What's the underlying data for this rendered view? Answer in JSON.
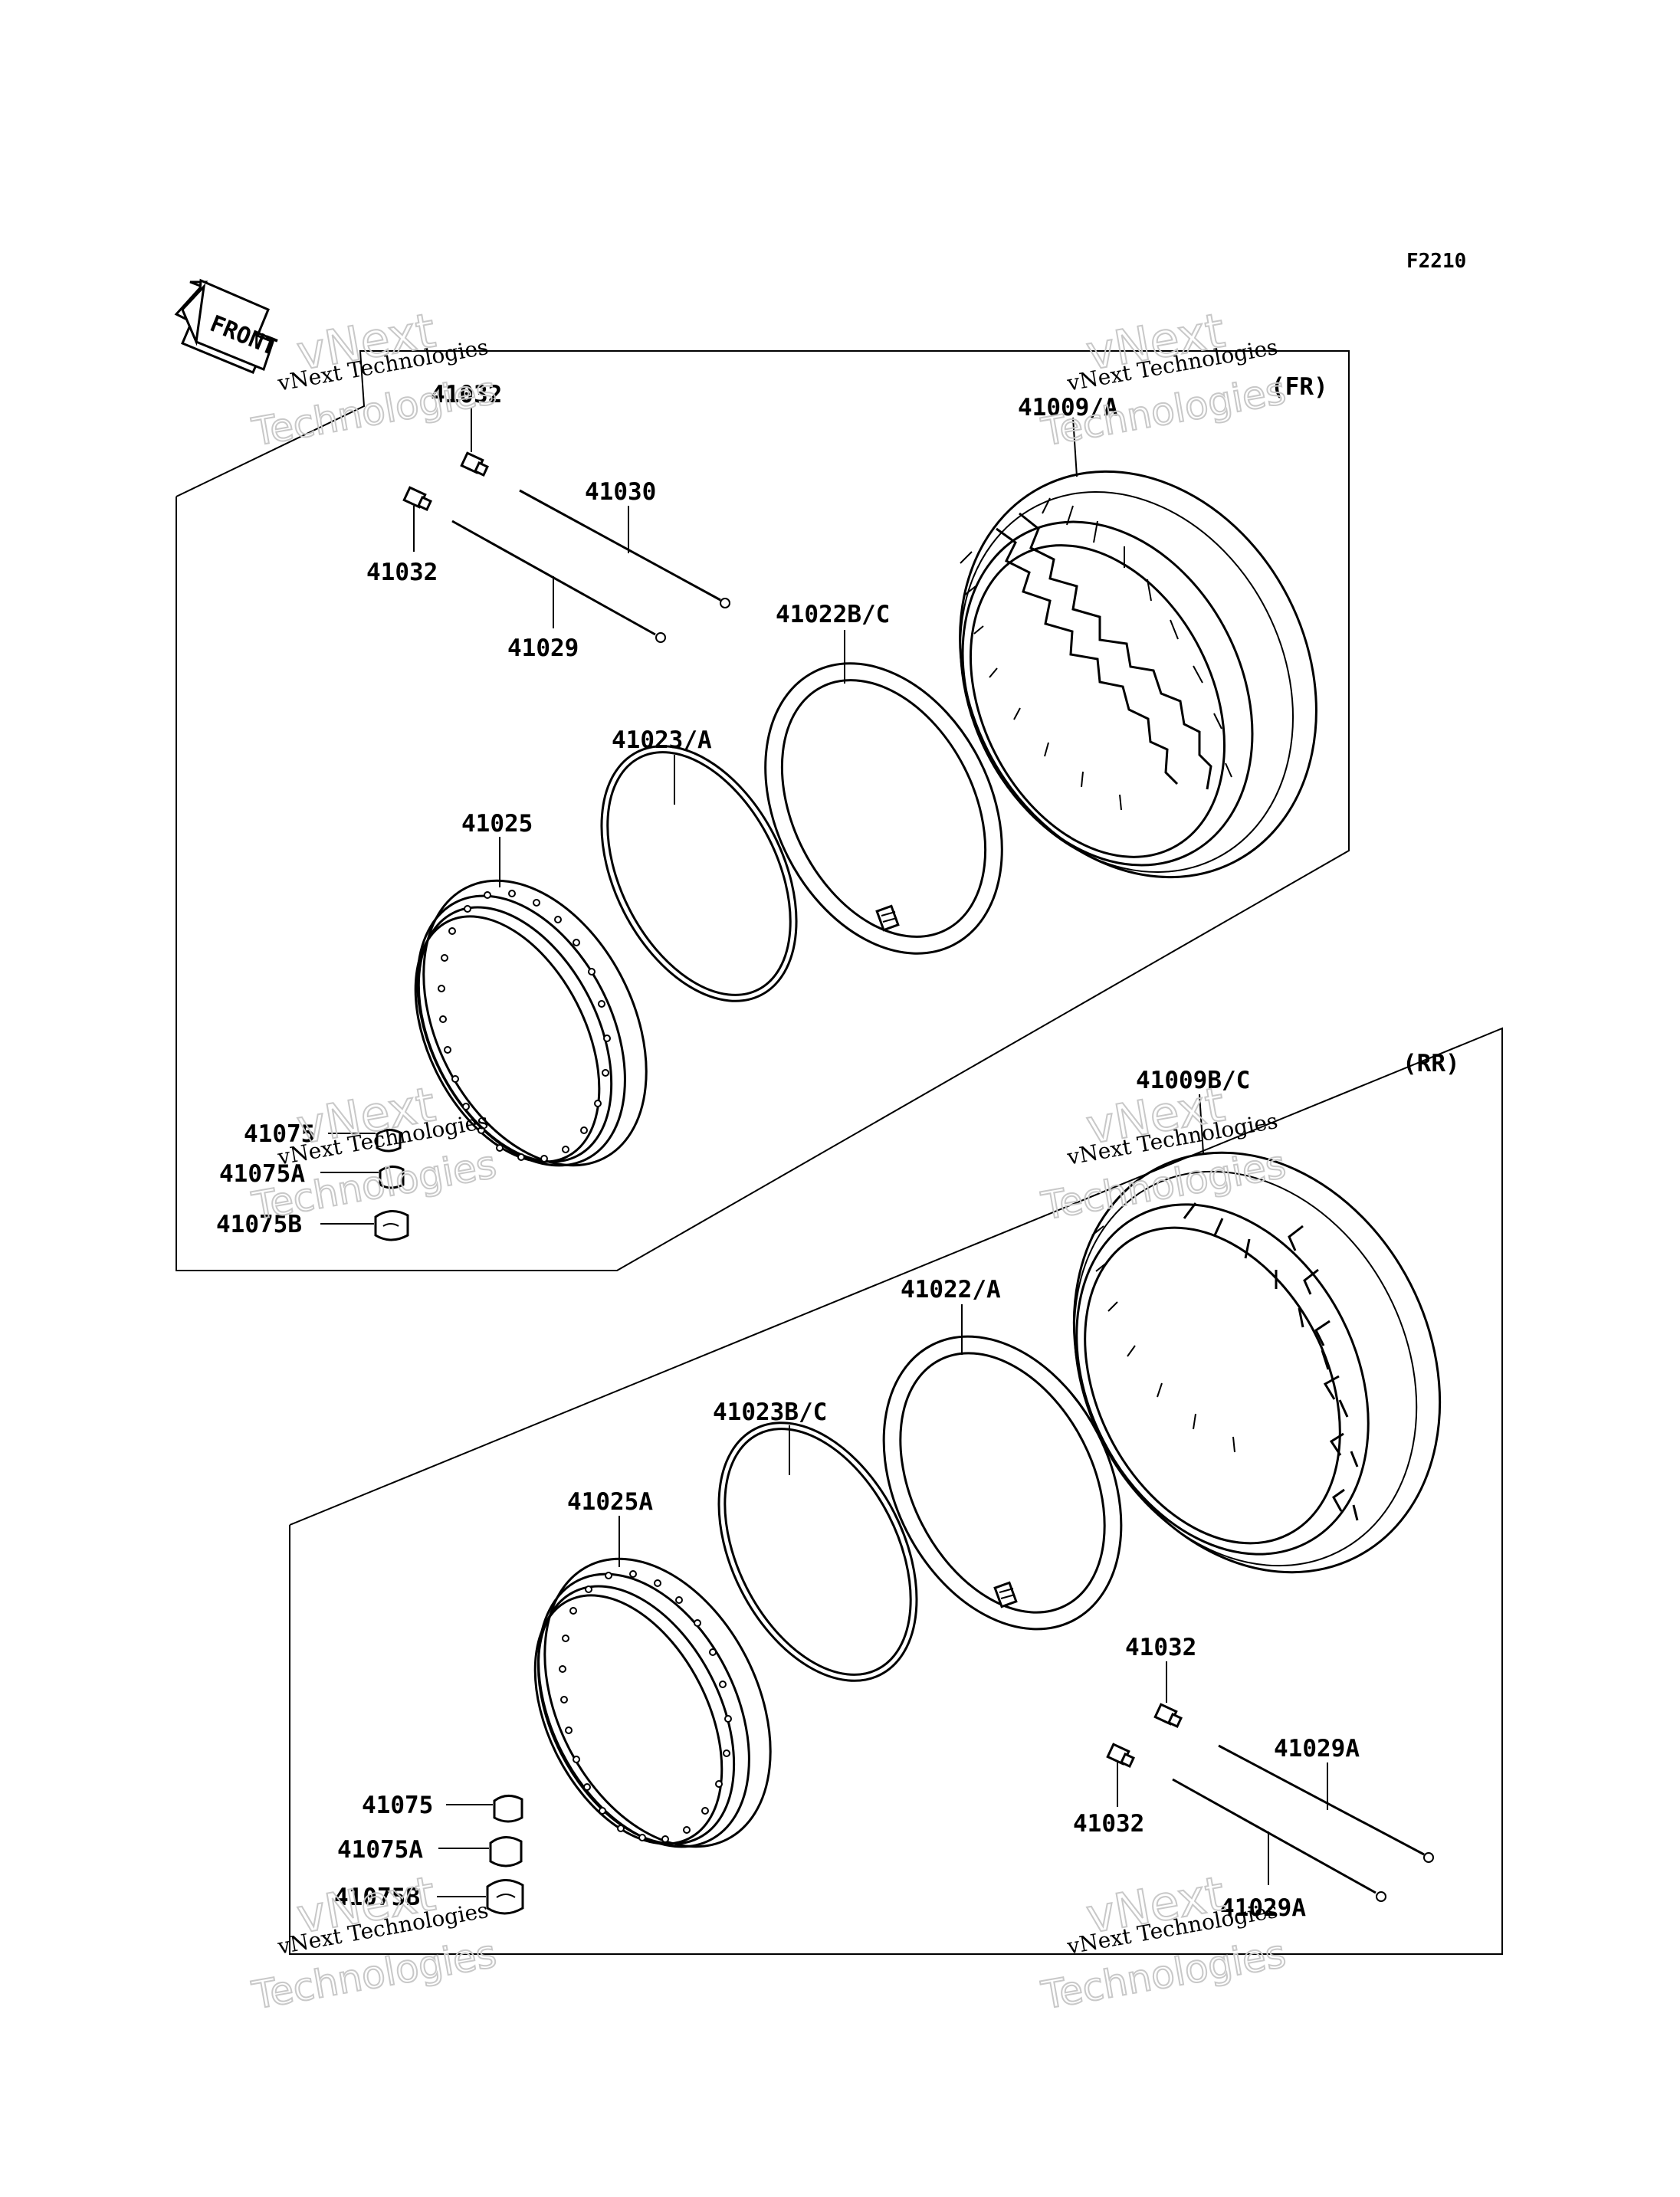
{
  "diagram_code": "F2210",
  "front_label": "FRONT",
  "front_section": {
    "tag": "(FR)",
    "labels": {
      "tire": "41009/A",
      "tube": "41022B/C",
      "band": "41023/A",
      "rim": "41025",
      "spoke_a": "41030",
      "spoke_b": "41029",
      "nipple_top": "41032",
      "nipple_bottom": "41032",
      "weight": "41075",
      "weight_a": "41075A",
      "weight_b": "41075B"
    }
  },
  "rear_section": {
    "tag": "(RR)",
    "labels": {
      "tire": "41009B/C",
      "tube": "41022/A",
      "band": "41023B/C",
      "rim": "41025A",
      "spoke_a": "41029A",
      "spoke_b": "41029A",
      "nipple_top": "41032",
      "nipple_bottom": "41032",
      "weight": "41075",
      "weight_a": "41075A",
      "weight_b": "41075B"
    }
  },
  "watermark": {
    "line1": "vNext Technologies",
    "line2": "vNext",
    "line3": "Technologies"
  }
}
